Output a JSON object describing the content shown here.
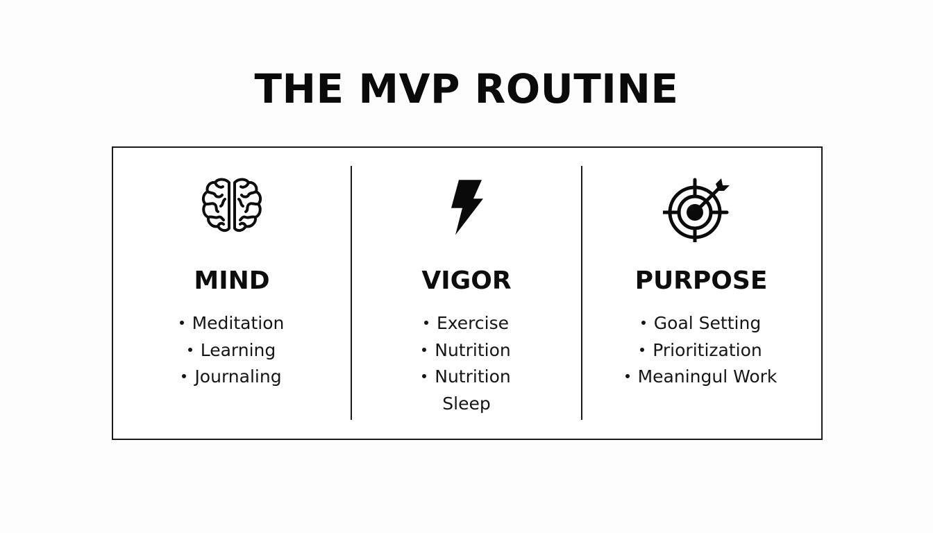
{
  "title": "THE MVP ROUTINE",
  "columns": [
    {
      "icon": "brain-icon",
      "heading": "MIND",
      "items": [
        "Meditation",
        "Learning",
        "Journaling"
      ]
    },
    {
      "icon": "lightning-bolt-icon",
      "heading": "VIGOR",
      "items": [
        "Exercise",
        "Nutrition",
        "Nutrition",
        "Sleep"
      ]
    },
    {
      "icon": "target-arrow-icon",
      "heading": "PURPOSE",
      "items": [
        "Goal Setting",
        "Prioritization",
        "Meaningul Work"
      ]
    }
  ],
  "colors": {
    "text": "#111111",
    "border": "#1a1a1a",
    "background": "#fdfdfd"
  }
}
